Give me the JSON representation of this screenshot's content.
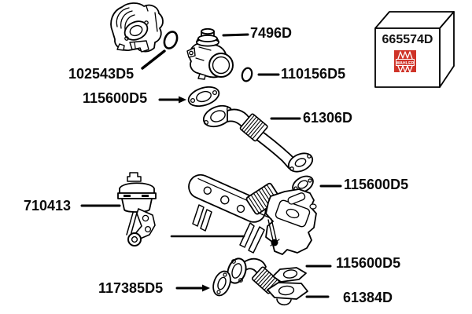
{
  "colors": {
    "background": "#ffffff",
    "line": "#000000",
    "label_text": "#0a0a0a",
    "logo_red": "#cf3328",
    "logo_text": "#ffffff"
  },
  "labels": [
    {
      "text": "7496D"
    },
    {
      "text": "102543D5"
    },
    {
      "text": "110156D5"
    },
    {
      "text": "115600D5"
    },
    {
      "text": "61306D"
    },
    {
      "text": "115600D5"
    },
    {
      "text": "710413"
    },
    {
      "text": "115600D5"
    },
    {
      "text": "117385D5"
    },
    {
      "text": "61384D"
    }
  ],
  "box": {
    "part_number": "665574D",
    "brand": "WAHLER"
  },
  "parts": [
    "throttle-valve-housing",
    "o-ring-seal-102543D5",
    "egr-valve-7496D",
    "o-ring-seal-110156D5",
    "flange-gasket-115600D5-top",
    "egr-pipe-upper-61306D",
    "parts-box-665574D",
    "flange-gasket-115600D5-middle",
    "vacuum-actuator-710413",
    "egr-cooler-valve-assembly",
    "flange-gasket-115600D5-bottom",
    "flange-gasket-117385D5",
    "egr-pipe-lower-61384D"
  ]
}
